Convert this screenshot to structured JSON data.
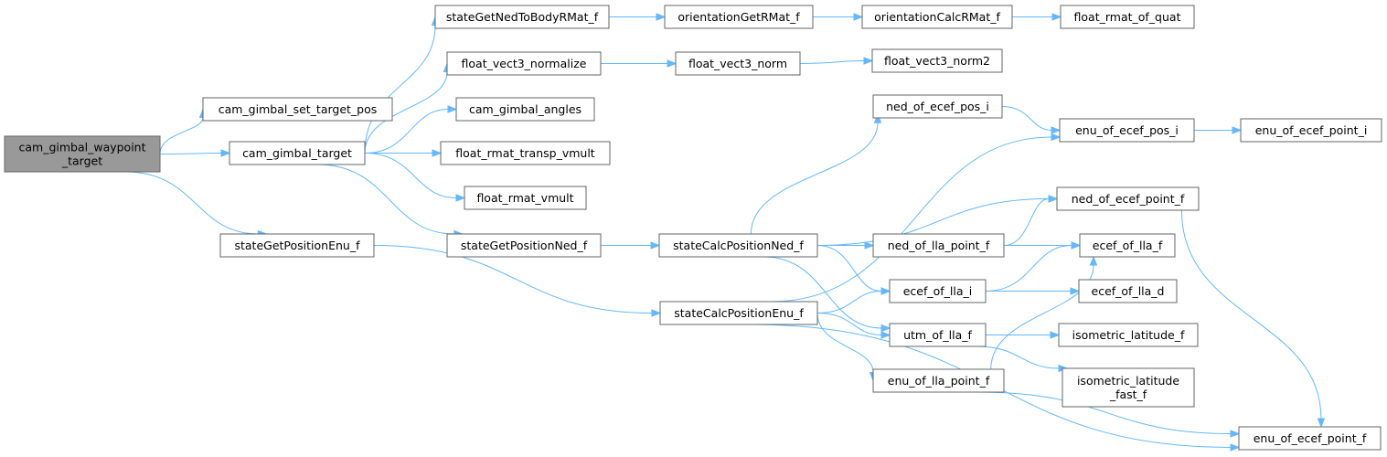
{
  "nodes": [
    {
      "id": "root",
      "lines": [
        "cam_gimbal_waypoint",
        "_target"
      ],
      "root": true
    },
    {
      "id": "set_target_pos",
      "lines": [
        "cam_gimbal_set_target_pos"
      ]
    },
    {
      "id": "cam_gimbal_target",
      "lines": [
        "cam_gimbal_target"
      ]
    },
    {
      "id": "stateGetPositionEnu_f",
      "lines": [
        "stateGetPositionEnu_f"
      ]
    },
    {
      "id": "stateGetNedToBodyRMat_f",
      "lines": [
        "stateGetNedToBodyRMat_f"
      ]
    },
    {
      "id": "float_vect3_normalize",
      "lines": [
        "float_vect3_normalize"
      ]
    },
    {
      "id": "cam_gimbal_angles",
      "lines": [
        "cam_gimbal_angles"
      ]
    },
    {
      "id": "float_rmat_transp_vmult",
      "lines": [
        "float_rmat_transp_vmult"
      ]
    },
    {
      "id": "float_rmat_vmult",
      "lines": [
        "float_rmat_vmult"
      ]
    },
    {
      "id": "stateGetPositionNed_f",
      "lines": [
        "stateGetPositionNed_f"
      ]
    },
    {
      "id": "orientationGetRMat_f",
      "lines": [
        "orientationGetRMat_f"
      ]
    },
    {
      "id": "float_vect3_norm",
      "lines": [
        "float_vect3_norm"
      ]
    },
    {
      "id": "stateCalcPositionNed_f",
      "lines": [
        "stateCalcPositionNed_f"
      ]
    },
    {
      "id": "stateCalcPositionEnu_f",
      "lines": [
        "stateCalcPositionEnu_f"
      ]
    },
    {
      "id": "orientationCalcRMat_f",
      "lines": [
        "orientationCalcRMat_f"
      ]
    },
    {
      "id": "float_vect3_norm2",
      "lines": [
        "float_vect3_norm2"
      ]
    },
    {
      "id": "ned_of_ecef_pos_i",
      "lines": [
        "ned_of_ecef_pos_i"
      ]
    },
    {
      "id": "ned_of_lla_point_f",
      "lines": [
        "ned_of_lla_point_f"
      ]
    },
    {
      "id": "ecef_of_lla_i",
      "lines": [
        "ecef_of_lla_i"
      ]
    },
    {
      "id": "utm_of_lla_f",
      "lines": [
        "utm_of_lla_f"
      ]
    },
    {
      "id": "enu_of_lla_point_f",
      "lines": [
        "enu_of_lla_point_f"
      ]
    },
    {
      "id": "float_rmat_of_quat",
      "lines": [
        "float_rmat_of_quat"
      ]
    },
    {
      "id": "enu_of_ecef_pos_i",
      "lines": [
        "enu_of_ecef_pos_i"
      ]
    },
    {
      "id": "ned_of_ecef_point_f",
      "lines": [
        "ned_of_ecef_point_f"
      ]
    },
    {
      "id": "ecef_of_lla_f",
      "lines": [
        "ecef_of_lla_f"
      ]
    },
    {
      "id": "ecef_of_lla_d",
      "lines": [
        "ecef_of_lla_d"
      ]
    },
    {
      "id": "isometric_latitude_f",
      "lines": [
        "isometric_latitude_f"
      ]
    },
    {
      "id": "isometric_latitude_fast_f",
      "lines": [
        "isometric_latitude",
        "_fast_f"
      ]
    },
    {
      "id": "enu_of_ecef_point_i",
      "lines": [
        "enu_of_ecef_point_i"
      ]
    },
    {
      "id": "enu_of_ecef_point_f",
      "lines": [
        "enu_of_ecef_point_f"
      ]
    }
  ],
  "edges": [
    [
      "root",
      "set_target_pos"
    ],
    [
      "root",
      "cam_gimbal_target"
    ],
    [
      "root",
      "stateGetPositionEnu_f"
    ],
    [
      "cam_gimbal_target",
      "stateGetNedToBodyRMat_f"
    ],
    [
      "cam_gimbal_target",
      "float_vect3_normalize"
    ],
    [
      "cam_gimbal_target",
      "cam_gimbal_angles"
    ],
    [
      "cam_gimbal_target",
      "float_rmat_transp_vmult"
    ],
    [
      "cam_gimbal_target",
      "float_rmat_vmult"
    ],
    [
      "cam_gimbal_target",
      "stateGetPositionNed_f"
    ],
    [
      "stateGetNedToBodyRMat_f",
      "orientationGetRMat_f"
    ],
    [
      "orientationGetRMat_f",
      "orientationCalcRMat_f"
    ],
    [
      "orientationCalcRMat_f",
      "float_rmat_of_quat"
    ],
    [
      "float_vect3_normalize",
      "float_vect3_norm"
    ],
    [
      "float_vect3_norm",
      "float_vect3_norm2"
    ],
    [
      "stateGetPositionNed_f",
      "stateCalcPositionNed_f"
    ],
    [
      "stateGetPositionEnu_f",
      "stateCalcPositionEnu_f"
    ],
    [
      "stateCalcPositionNed_f",
      "ned_of_ecef_pos_i"
    ],
    [
      "stateCalcPositionNed_f",
      "ned_of_ecef_point_f"
    ],
    [
      "stateCalcPositionNed_f",
      "ned_of_lla_point_f"
    ],
    [
      "stateCalcPositionNed_f",
      "ecef_of_lla_i"
    ],
    [
      "stateCalcPositionNed_f",
      "utm_of_lla_f"
    ],
    [
      "stateCalcPositionEnu_f",
      "enu_of_ecef_pos_i"
    ],
    [
      "stateCalcPositionEnu_f",
      "ecef_of_lla_i"
    ],
    [
      "stateCalcPositionEnu_f",
      "utm_of_lla_f"
    ],
    [
      "stateCalcPositionEnu_f",
      "enu_of_lla_point_f"
    ],
    [
      "stateCalcPositionEnu_f",
      "enu_of_ecef_point_f"
    ],
    [
      "ned_of_ecef_pos_i",
      "enu_of_ecef_pos_i"
    ],
    [
      "enu_of_ecef_pos_i",
      "enu_of_ecef_point_i"
    ],
    [
      "ned_of_lla_point_f",
      "ned_of_ecef_point_f"
    ],
    [
      "ned_of_lla_point_f",
      "ecef_of_lla_f"
    ],
    [
      "ecef_of_lla_i",
      "ecef_of_lla_f"
    ],
    [
      "ecef_of_lla_i",
      "ecef_of_lla_d"
    ],
    [
      "utm_of_lla_f",
      "isometric_latitude_f"
    ],
    [
      "utm_of_lla_f",
      "isometric_latitude_fast_f"
    ],
    [
      "enu_of_lla_point_f",
      "ecef_of_lla_f"
    ],
    [
      "enu_of_lla_point_f",
      "enu_of_ecef_point_f"
    ],
    [
      "ned_of_ecef_point_f",
      "enu_of_ecef_point_f"
    ]
  ],
  "colors": {
    "edge": "#63b8ff",
    "node_border": "#666666",
    "root_fill": "#999999"
  }
}
